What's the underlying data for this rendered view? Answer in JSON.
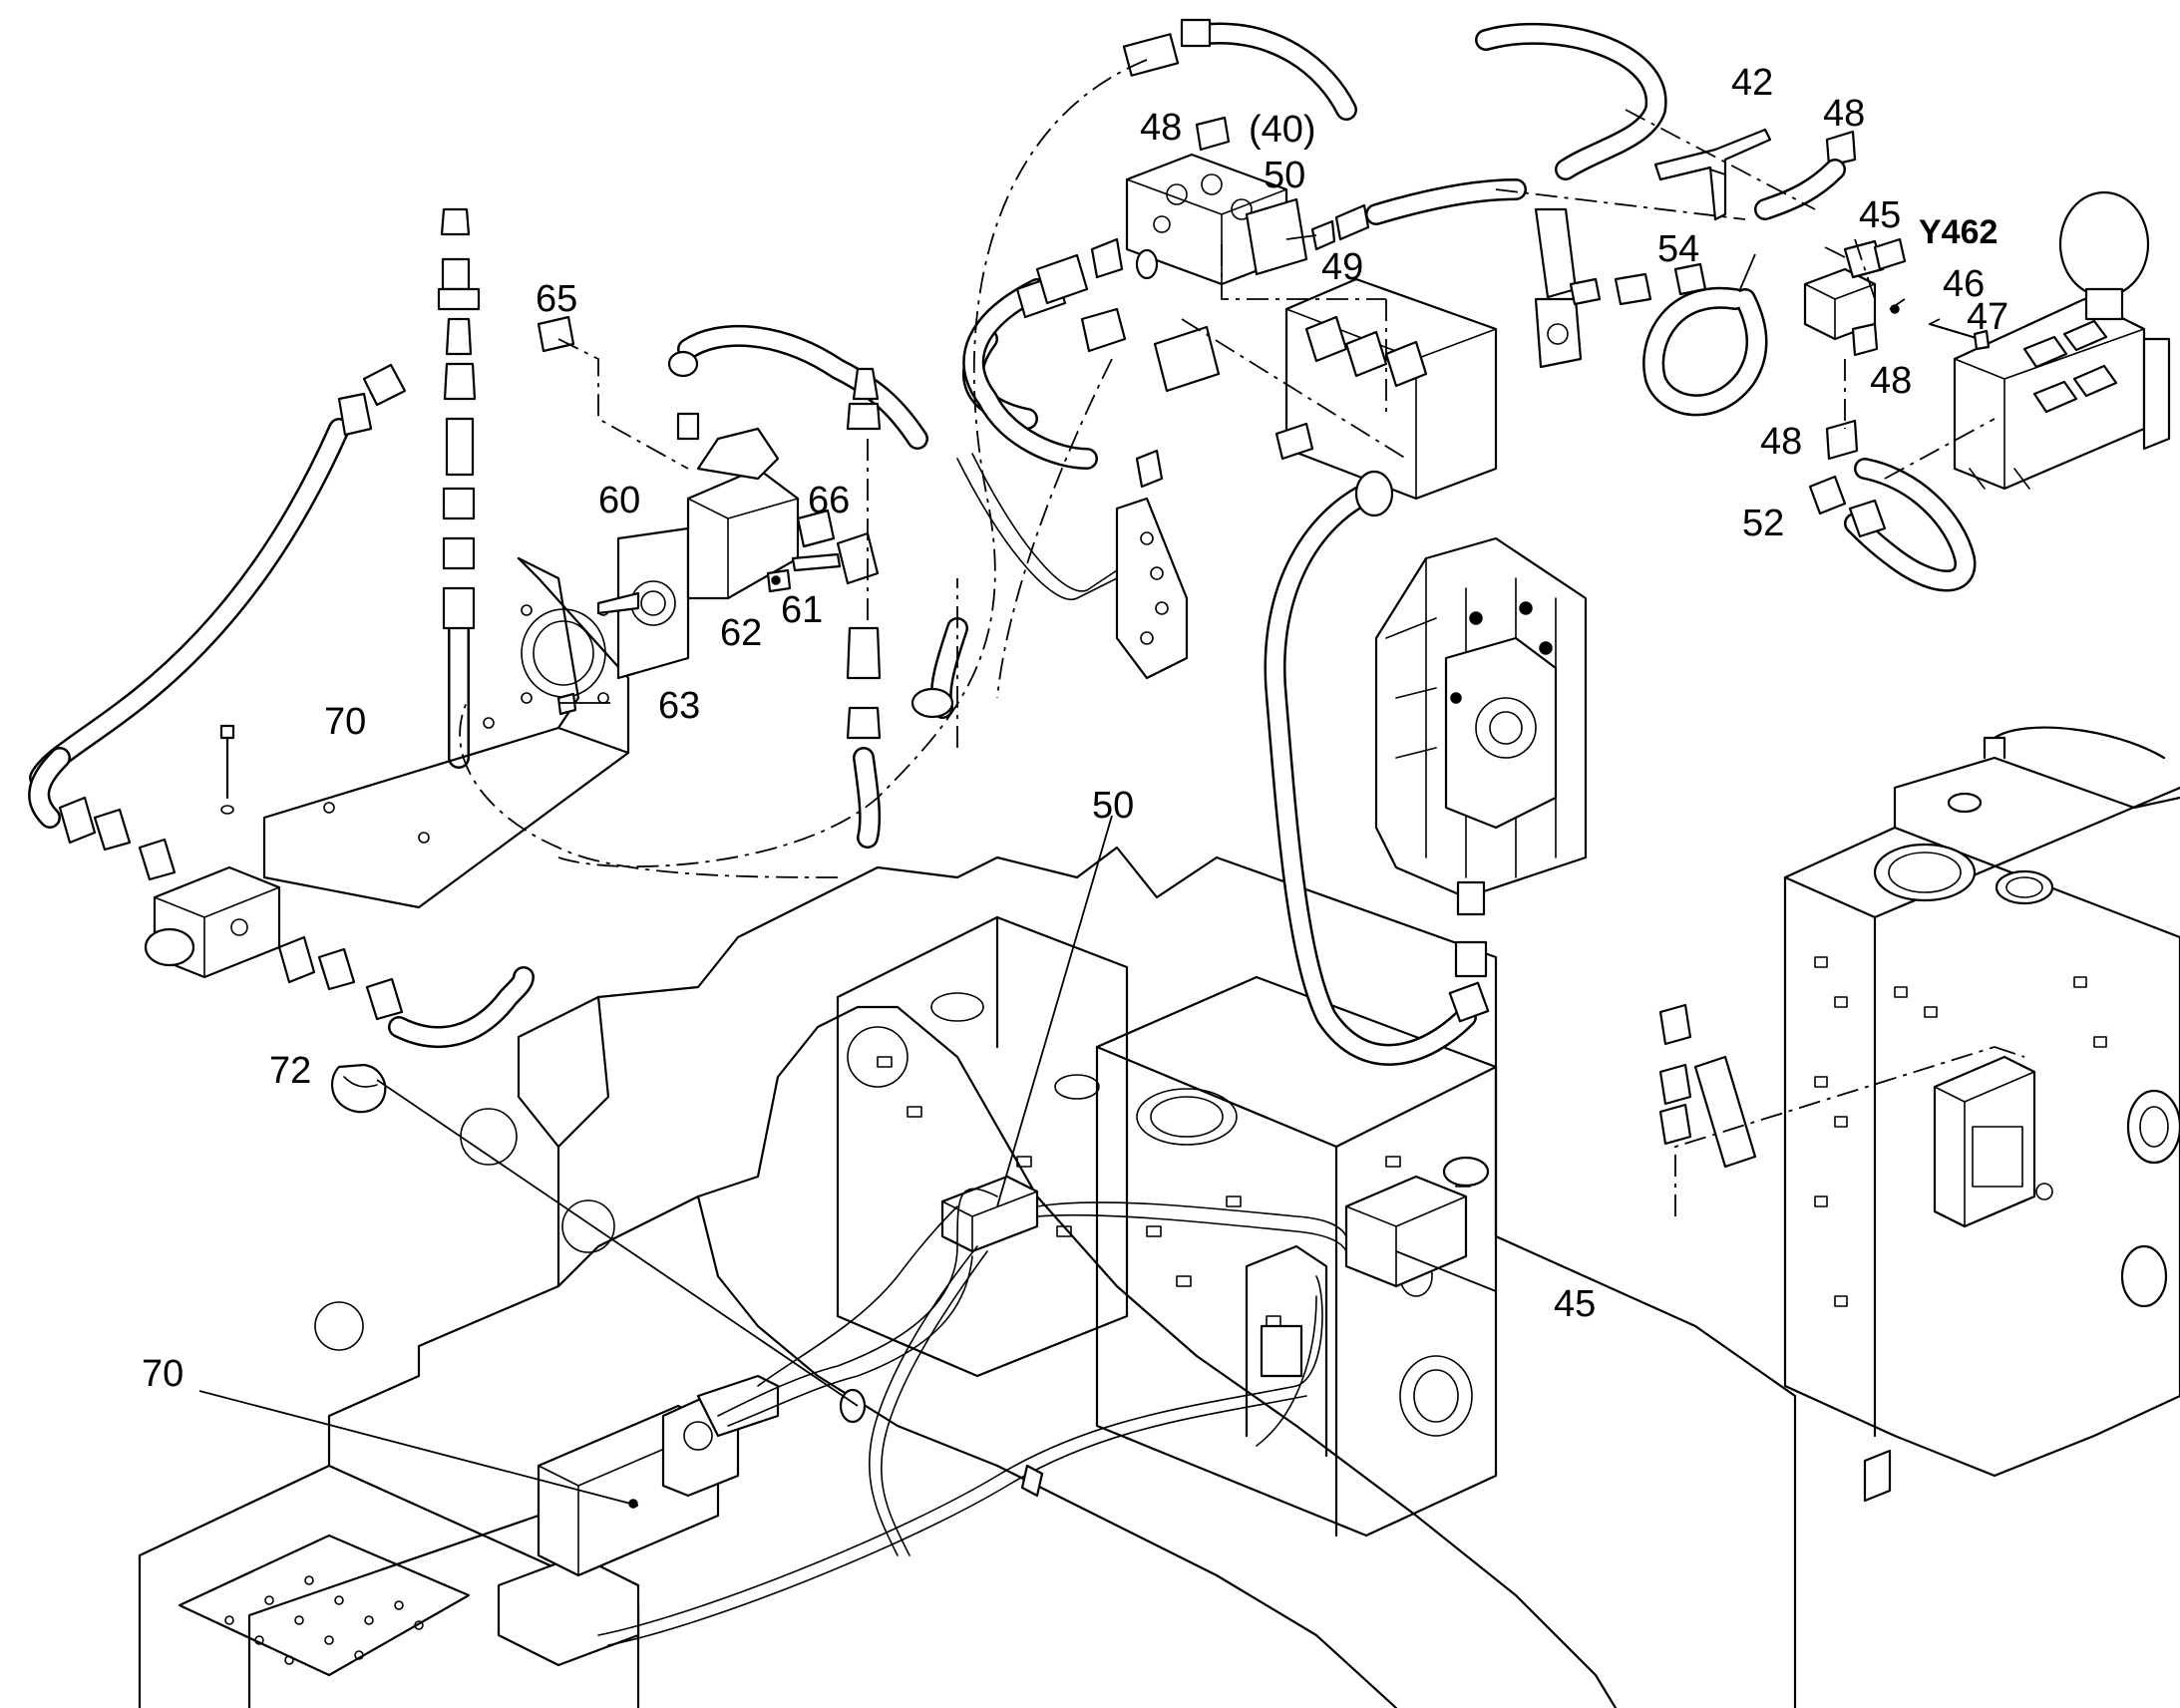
{
  "labels": {
    "l40": "(40)",
    "l42": "42",
    "l45a": "45",
    "l45b": "45",
    "l46": "46",
    "l47": "47",
    "l48a": "48",
    "l48b": "48",
    "l48c": "48",
    "l48d": "48",
    "l49": "49",
    "l50a": "50",
    "l50b": "50",
    "l52": "52",
    "l54": "54",
    "l60": "60",
    "l61": "61",
    "l62": "62",
    "l63": "63",
    "l65": "65",
    "l66": "66",
    "l70a": "70",
    "l70b": "70",
    "l72": "72",
    "y462": "Y462"
  }
}
